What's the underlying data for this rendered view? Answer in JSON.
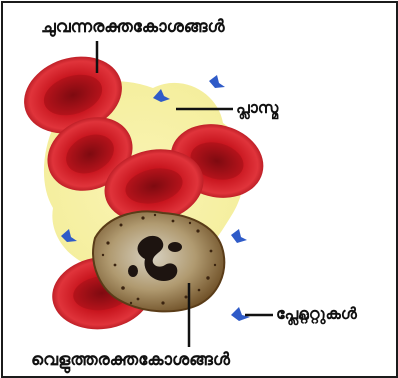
{
  "labels": {
    "red_blood_cells": "ചുവന്നരക്തകോശങ്ങൾ",
    "plasma": "പ്ലാസ്മ",
    "platelets": "പ്ലേറ്റ്ലറ്റുകൾ",
    "white_blood_cells": "വെളുത്തരക്തകോശങ്ങൾ"
  },
  "colors": {
    "plasma": "#f7f2a8",
    "rbc": "#c8151e",
    "rbc_dark": "#8e0c12",
    "wbc": "#8a6a3c",
    "platelet": "#2f5bc8",
    "border": "#1b1b1b"
  }
}
